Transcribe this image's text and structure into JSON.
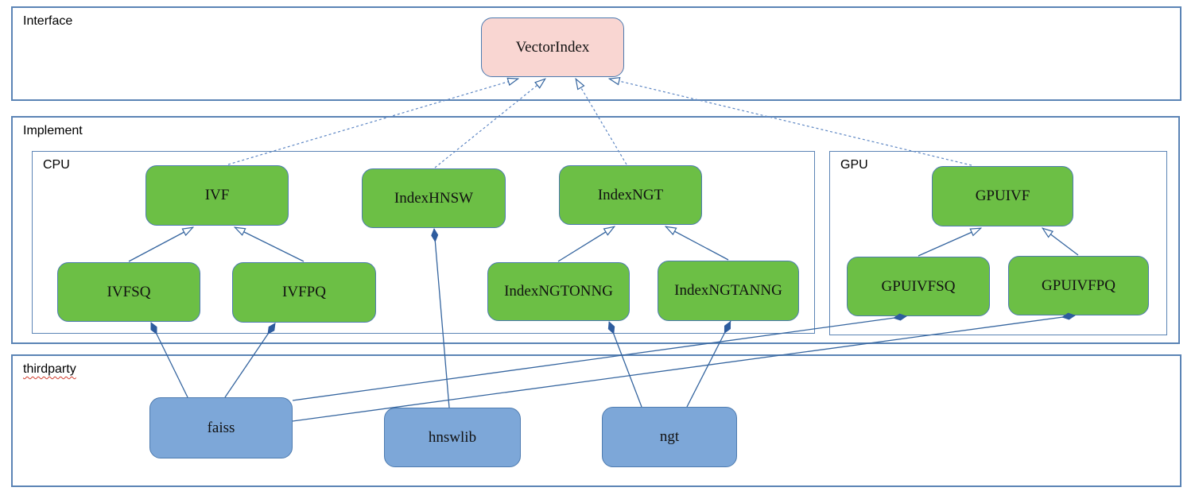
{
  "diagram": {
    "containers": {
      "interface": {
        "label": "Interface"
      },
      "implement": {
        "label": "Implement"
      },
      "cpu": {
        "label": "CPU"
      },
      "gpu": {
        "label": "GPU"
      },
      "thirdparty": {
        "label": "thirdparty"
      }
    },
    "nodes": {
      "vectorindex": {
        "label": "VectorIndex",
        "fill": "#f9d6d2",
        "group": "interface"
      },
      "ivf": {
        "label": "IVF",
        "fill": "#6cbf45",
        "group": "cpu"
      },
      "indexhnsw": {
        "label": "IndexHNSW",
        "fill": "#6cbf45",
        "group": "cpu"
      },
      "indexngt": {
        "label": "IndexNGT",
        "fill": "#6cbf45",
        "group": "cpu"
      },
      "ivfsq": {
        "label": "IVFSQ",
        "fill": "#6cbf45",
        "group": "cpu"
      },
      "ivfpq": {
        "label": "IVFPQ",
        "fill": "#6cbf45",
        "group": "cpu"
      },
      "indexngtonng": {
        "label": "IndexNGTONNG",
        "fill": "#6cbf45",
        "group": "cpu"
      },
      "indexngtanng": {
        "label": "IndexNGTANNG",
        "fill": "#6cbf45",
        "group": "cpu"
      },
      "gpuivf": {
        "label": "GPUIVF",
        "fill": "#6cbf45",
        "group": "gpu"
      },
      "gpuivfsq": {
        "label": "GPUIVFSQ",
        "fill": "#6cbf45",
        "group": "gpu"
      },
      "gpuivfpq": {
        "label": "GPUIVFPQ",
        "fill": "#6cbf45",
        "group": "gpu"
      },
      "faiss": {
        "label": "faiss",
        "fill": "#7da7d8",
        "group": "thirdparty"
      },
      "hnswlib": {
        "label": "hnswlib",
        "fill": "#7da7d8",
        "group": "thirdparty"
      },
      "ngt": {
        "label": "ngt",
        "fill": "#7da7d8",
        "group": "thirdparty"
      }
    },
    "edges": [
      {
        "from": "ivf",
        "to": "vectorindex",
        "type": "realization"
      },
      {
        "from": "indexhnsw",
        "to": "vectorindex",
        "type": "realization"
      },
      {
        "from": "indexngt",
        "to": "vectorindex",
        "type": "realization"
      },
      {
        "from": "gpuivf",
        "to": "vectorindex",
        "type": "realization"
      },
      {
        "from": "ivfsq",
        "to": "ivf",
        "type": "inheritance"
      },
      {
        "from": "ivfpq",
        "to": "ivf",
        "type": "inheritance"
      },
      {
        "from": "indexngtonng",
        "to": "indexngt",
        "type": "inheritance"
      },
      {
        "from": "indexngtanng",
        "to": "indexngt",
        "type": "inheritance"
      },
      {
        "from": "gpuivfsq",
        "to": "gpuivf",
        "type": "inheritance"
      },
      {
        "from": "gpuivfpq",
        "to": "gpuivf",
        "type": "inheritance"
      },
      {
        "from": "ivfsq",
        "to": "faiss",
        "type": "composition"
      },
      {
        "from": "ivfpq",
        "to": "faiss",
        "type": "composition"
      },
      {
        "from": "gpuivfsq",
        "to": "faiss",
        "type": "composition"
      },
      {
        "from": "gpuivfpq",
        "to": "faiss",
        "type": "composition"
      },
      {
        "from": "indexhnsw",
        "to": "hnswlib",
        "type": "composition"
      },
      {
        "from": "indexngtonng",
        "to": "ngt",
        "type": "composition"
      },
      {
        "from": "indexngtanng",
        "to": "ngt",
        "type": "composition"
      }
    ],
    "colors": {
      "node_green": "#6cbf45",
      "node_pink": "#f9d6d2",
      "node_blue": "#7da7d8",
      "node_border": "#4d7bb0",
      "container_border": "#5b84b5",
      "line_blue": "#35659f",
      "dashed_blue": "#5e87c4",
      "misspell_underline": "#d03a2b"
    }
  }
}
